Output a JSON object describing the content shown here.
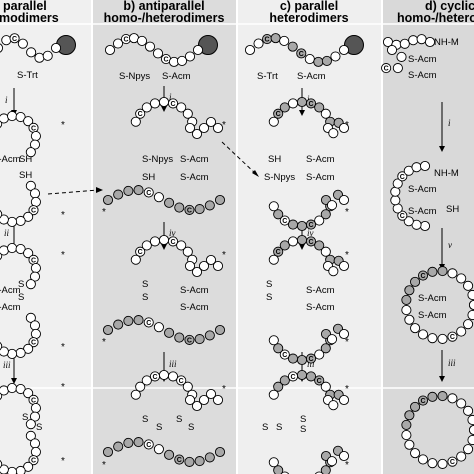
{
  "colors": {
    "panel_a": "#f0f0f0",
    "panel_b": "#dcdcdc",
    "panel_c": "#efefef",
    "panel_d": "#d9d9d9",
    "bead_white": "#ffffff",
    "bead_grey": "#a8a8a8",
    "resin": "#555555",
    "line": "#000000"
  },
  "panels": [
    {
      "id": "a",
      "title_line1": "parallel",
      "title_line2": "modimers"
    },
    {
      "id": "b",
      "title_line1": "b) antiparallel",
      "title_line2": "homo-/heterodimers"
    },
    {
      "id": "c",
      "title_line1": "c) parallel",
      "title_line2": "heterodimers"
    },
    {
      "id": "d",
      "title_line1": "d) cyclic",
      "title_line2": "homo-/heterod"
    }
  ],
  "steps": [
    "i",
    "ii",
    "iii",
    "iv",
    "v"
  ],
  "residue_letter": "C",
  "end_mark": "*",
  "labels": {
    "trt": "S-Trt",
    "npys": "S-Npys",
    "acm": "S-Acm",
    "sh": "SH",
    "s": "S",
    "nh": "NH-M"
  }
}
